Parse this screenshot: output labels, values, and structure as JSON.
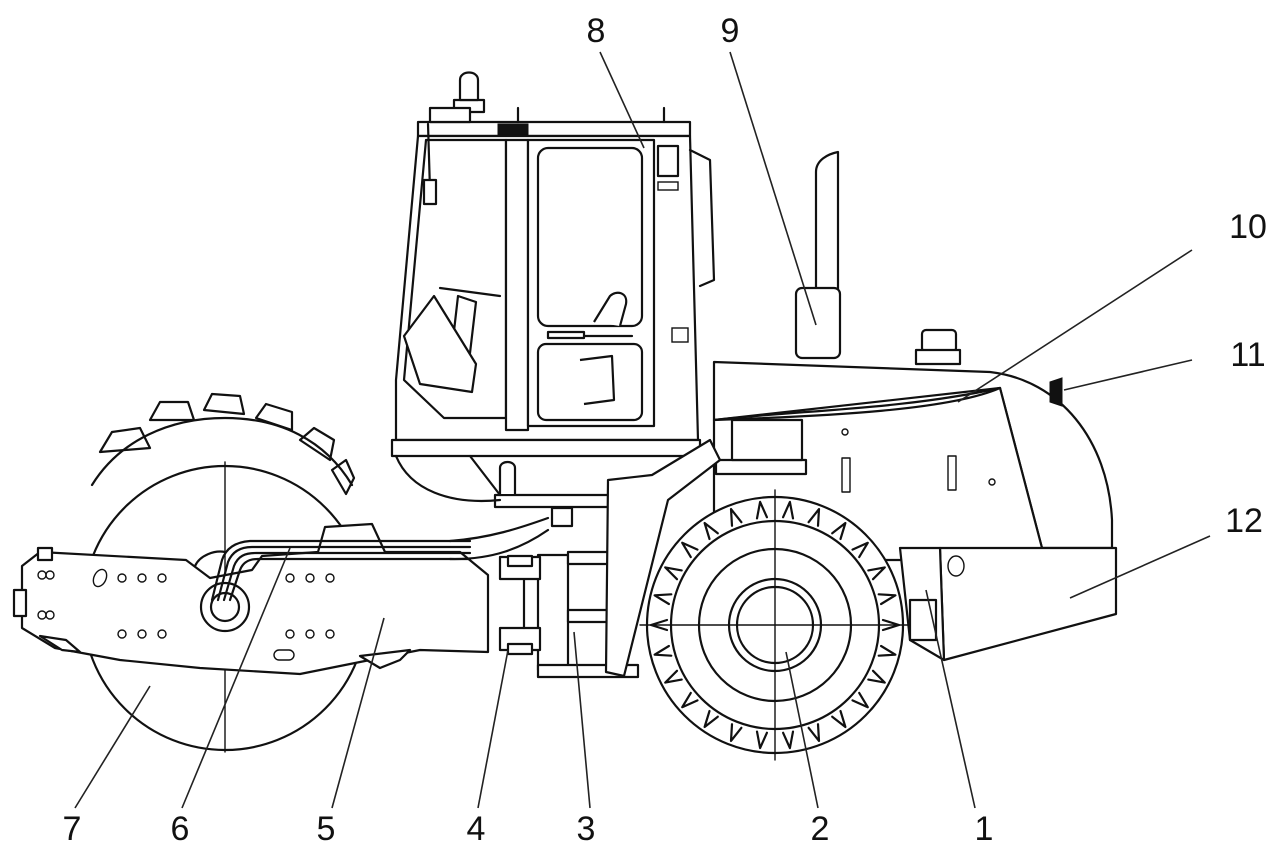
{
  "diagram": {
    "callouts": [
      {
        "id": "1",
        "text": "1"
      },
      {
        "id": "2",
        "text": "2"
      },
      {
        "id": "3",
        "text": "3"
      },
      {
        "id": "4",
        "text": "4"
      },
      {
        "id": "5",
        "text": "5"
      },
      {
        "id": "6",
        "text": "6"
      },
      {
        "id": "7",
        "text": "7"
      },
      {
        "id": "8",
        "text": "8"
      },
      {
        "id": "9",
        "text": "9"
      },
      {
        "id": "10",
        "text": "10"
      },
      {
        "id": "11",
        "text": "11"
      },
      {
        "id": "12",
        "text": "12"
      }
    ]
  }
}
